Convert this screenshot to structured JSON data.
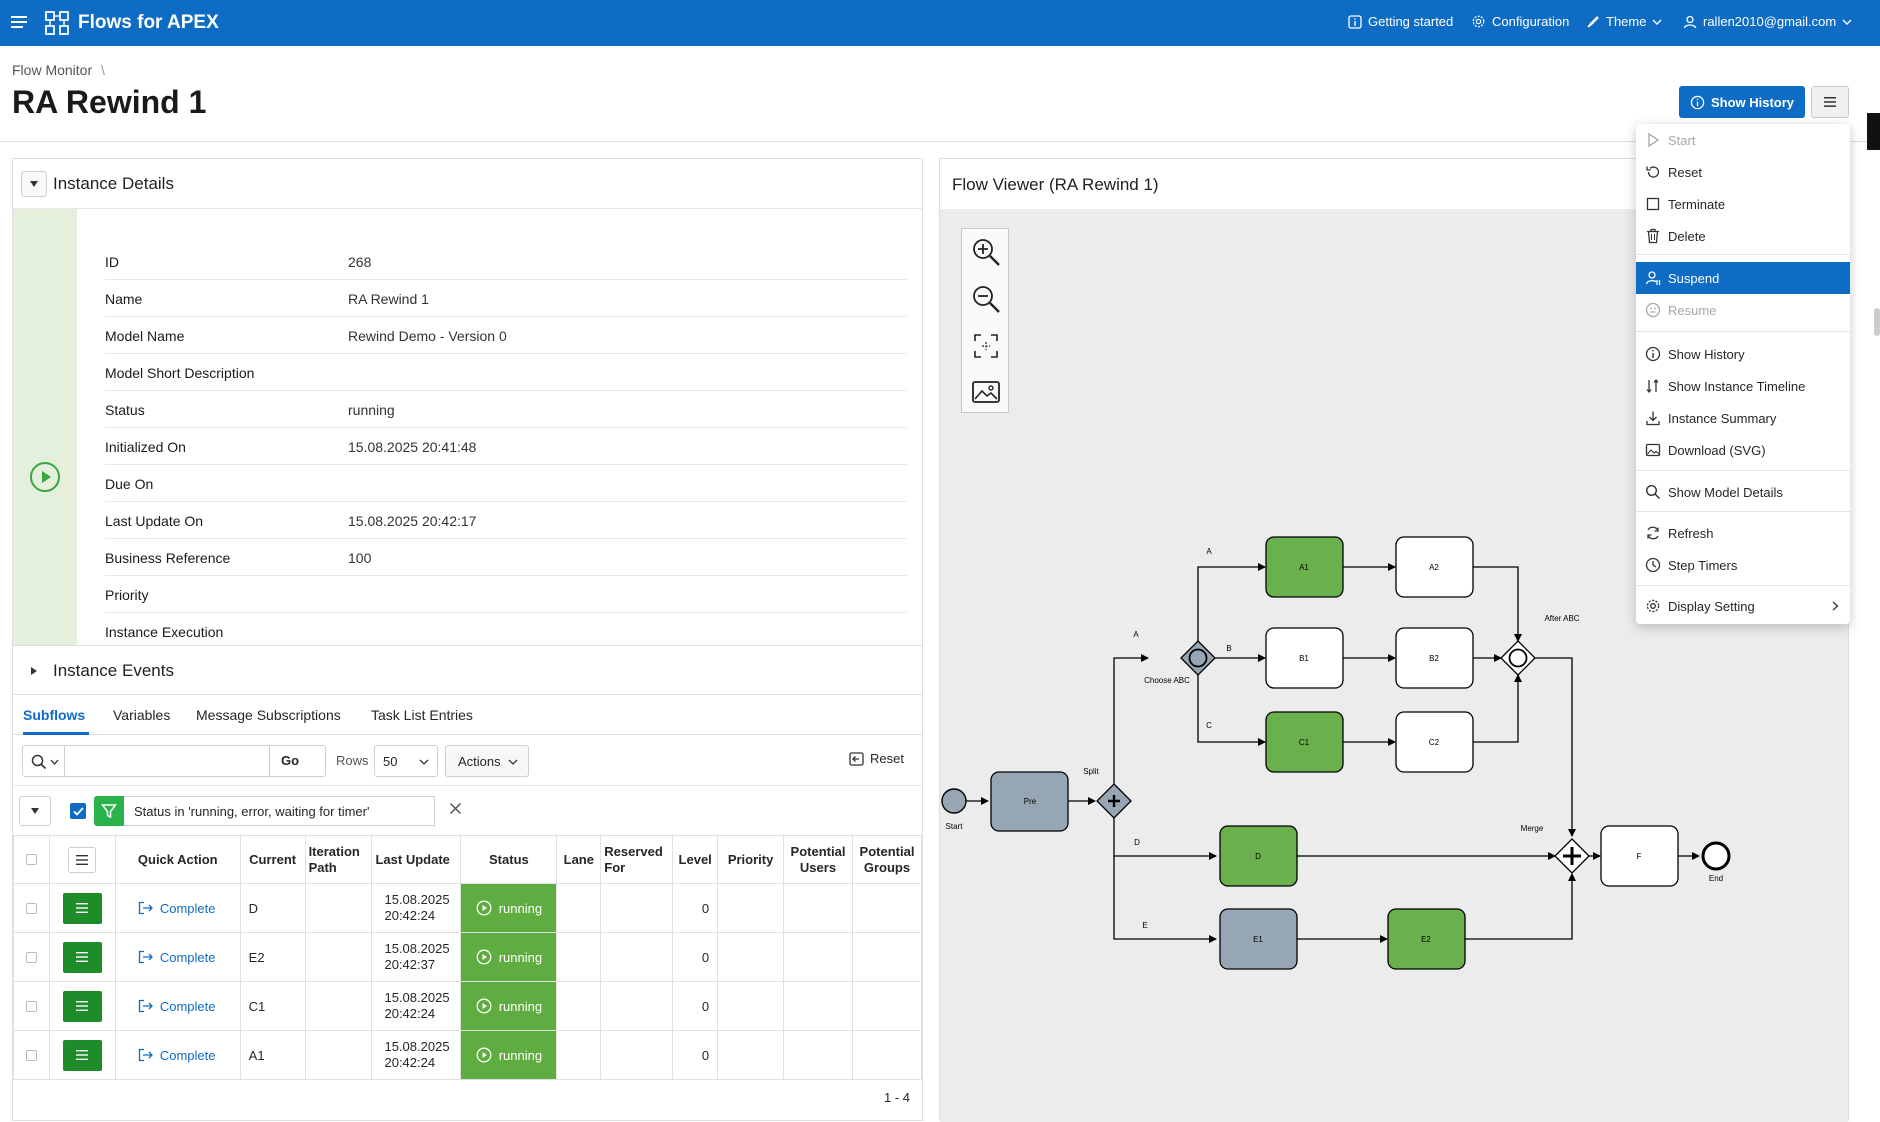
{
  "app": {
    "title": "Flows for APEX"
  },
  "topnav": {
    "getting_started": "Getting started",
    "configuration": "Configuration",
    "theme": "Theme",
    "user": "rallen2010@gmail.com"
  },
  "breadcrumb": {
    "parent": "Flow Monitor",
    "separator": "\\"
  },
  "page": {
    "title": "RA Rewind 1"
  },
  "header_buttons": {
    "show_history": "Show History"
  },
  "instance_details": {
    "title": "Instance Details",
    "rows": [
      {
        "label": "ID",
        "value": "268"
      },
      {
        "label": "Name",
        "value": "RA Rewind 1"
      },
      {
        "label": "Model Name",
        "value": "Rewind Demo - Version 0"
      },
      {
        "label": "Model Short Description",
        "value": ""
      },
      {
        "label": "Status",
        "value": "running"
      },
      {
        "label": "Initialized On",
        "value": "15.08.2025 20:41:48"
      },
      {
        "label": "Due On",
        "value": ""
      },
      {
        "label": "Last Update On",
        "value": "15.08.2025 20:42:17"
      },
      {
        "label": "Business Reference",
        "value": "100"
      },
      {
        "label": "Priority",
        "value": ""
      },
      {
        "label": "Instance Execution",
        "value": ""
      }
    ]
  },
  "instance_events": {
    "title": "Instance Events"
  },
  "tabs": [
    "Subflows",
    "Variables",
    "Message Subscriptions",
    "Task List Entries"
  ],
  "toolbar": {
    "search_placeholder": "",
    "go": "Go",
    "rows_label": "Rows",
    "rows_value": "50",
    "actions": "Actions",
    "reset": "Reset"
  },
  "filter": {
    "text": "Status in 'running, error, waiting for timer'"
  },
  "grid": {
    "columns": [
      "Quick Action",
      "Current",
      "Iteration Path",
      "Last Update",
      "Status",
      "Lane",
      "Reserved For",
      "Level",
      "Priority",
      "Potential Users",
      "Potential Groups"
    ],
    "rows": [
      {
        "action": "Complete",
        "current": "D",
        "iteration": "",
        "date": "15.08.2025",
        "time": "20:42:24",
        "status": "running",
        "lane": "",
        "reserved": "",
        "level": "0",
        "priority": "",
        "users": "",
        "groups": ""
      },
      {
        "action": "Complete",
        "current": "E2",
        "iteration": "",
        "date": "15.08.2025",
        "time": "20:42:37",
        "status": "running",
        "lane": "",
        "reserved": "",
        "level": "0",
        "priority": "",
        "users": "",
        "groups": ""
      },
      {
        "action": "Complete",
        "current": "C1",
        "iteration": "",
        "date": "15.08.2025",
        "time": "20:42:24",
        "status": "running",
        "lane": "",
        "reserved": "",
        "level": "0",
        "priority": "",
        "users": "",
        "groups": ""
      },
      {
        "action": "Complete",
        "current": "A1",
        "iteration": "",
        "date": "15.08.2025",
        "time": "20:42:24",
        "status": "running",
        "lane": "",
        "reserved": "",
        "level": "0",
        "priority": "",
        "users": "",
        "groups": ""
      }
    ],
    "pagination": "1 - 4"
  },
  "flow_viewer": {
    "title": "Flow Viewer (RA Rewind 1)",
    "labels": {
      "start": "Start",
      "pre": "Pre",
      "split": "Split",
      "choose": "Choose ABC",
      "a1": "A1",
      "a2": "A2",
      "b1": "B1",
      "b2": "B2",
      "c1": "C1",
      "c2": "C2",
      "d": "D",
      "e1": "E1",
      "e2": "E2",
      "f": "F",
      "end": "End",
      "after": "After ABC",
      "merge": "Merge",
      "flow_a_top": "A",
      "flow_a": "A",
      "flow_b": "B",
      "flow_c": "C",
      "flow_d": "D",
      "flow_e": "E"
    }
  },
  "menu": {
    "items": [
      {
        "label": "Start",
        "icon": "play-outline-icon",
        "state": "disabled"
      },
      {
        "label": "Reset",
        "icon": "undo-icon",
        "state": "normal"
      },
      {
        "label": "Terminate",
        "icon": "square-icon",
        "state": "normal"
      },
      {
        "label": "Delete",
        "icon": "trash-icon",
        "state": "normal"
      },
      {
        "label": "Suspend",
        "icon": "user-pause-icon",
        "state": "highlighted"
      },
      {
        "label": "Resume",
        "icon": "resume-icon",
        "state": "disabled"
      },
      {
        "label": "Show History",
        "icon": "info-icon",
        "state": "normal"
      },
      {
        "label": "Show Instance Timeline",
        "icon": "sort-icon",
        "state": "normal"
      },
      {
        "label": "Instance Summary",
        "icon": "download-icon",
        "state": "normal"
      },
      {
        "label": "Download (SVG)",
        "icon": "image-icon",
        "state": "normal"
      },
      {
        "label": "Show Model Details",
        "icon": "search-icon",
        "state": "normal"
      },
      {
        "label": "Refresh",
        "icon": "refresh-icon",
        "state": "normal"
      },
      {
        "label": "Step Timers",
        "icon": "clock-icon",
        "state": "normal"
      },
      {
        "label": "Display Setting",
        "icon": "gear-icon",
        "state": "normal"
      }
    ]
  },
  "colors": {
    "brand_blue": "#0f6cc5",
    "running_green": "#5fad41",
    "active_task_green": "#6ab04c",
    "completed_grey": "#97a6b4"
  }
}
